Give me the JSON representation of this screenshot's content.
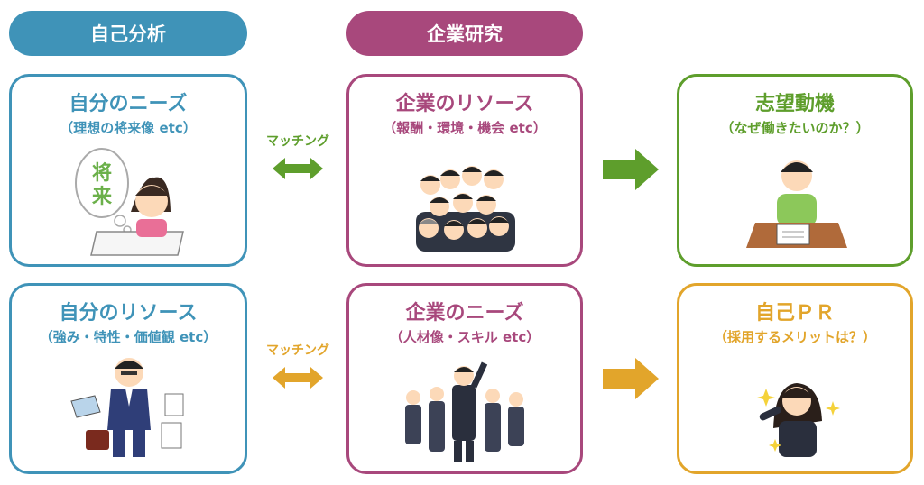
{
  "headers": {
    "self": "自己分析",
    "company": "企業研究"
  },
  "cards": {
    "self_needs": {
      "title": "自分のニーズ",
      "sub": "（理想の将来像 etc）",
      "bubble": [
        "将",
        "来"
      ]
    },
    "self_resources": {
      "title": "自分のリソース",
      "sub": "（強み・特性・価値観 etc）"
    },
    "company_resources": {
      "title": "企業のリソース",
      "sub": "（報酬・環境・機会 etc）"
    },
    "company_needs": {
      "title": "企業のニーズ",
      "sub": "（人材像・スキル  etc）"
    },
    "motive": {
      "title": "志望動機",
      "sub": "（なぜ働きたいのか？）"
    },
    "pr": {
      "title": "自己ＰＲ",
      "sub": "（採用するメリットは？）"
    }
  },
  "matching": {
    "top": "マッチング",
    "bottom": "マッチング"
  },
  "colors": {
    "blue": "#3f93b8",
    "magenta": "#a8487c",
    "green": "#5e9e2c",
    "orange": "#e2a52b"
  }
}
